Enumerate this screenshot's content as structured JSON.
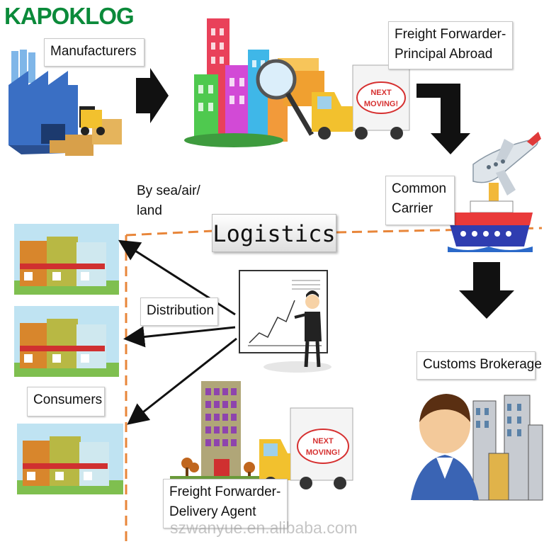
{
  "logo": {
    "text": "KAPOKLOG"
  },
  "labels": {
    "manufacturers": "Manufacturers",
    "ff_principal_line1": "Freight Forwarder-",
    "ff_principal_line2": "Principal Abroad",
    "common_carrier_line1": "Common",
    "common_carrier_line2": "Carrier",
    "by_sea_line1": "By sea/air/",
    "by_sea_line2": "land",
    "logistics": "Logistics",
    "distribution": "Distribution",
    "consumers": "Consumers",
    "customs_brokerage": "Customs Brokerage",
    "ff_delivery_line1": "Freight Forwarder-",
    "ff_delivery_line2": "Delivery Agent",
    "truck_sign_line1": "NEXT",
    "truck_sign_line2": "MOVING!"
  },
  "watermark": "szwanyue.en.alibaba.com",
  "colors": {
    "logo_green": "#0b8a3a",
    "dashed_line": "#e8863a",
    "arrow": "#111111",
    "truck_yellow": "#f2c12e",
    "building_purple": "#8e44ad"
  }
}
